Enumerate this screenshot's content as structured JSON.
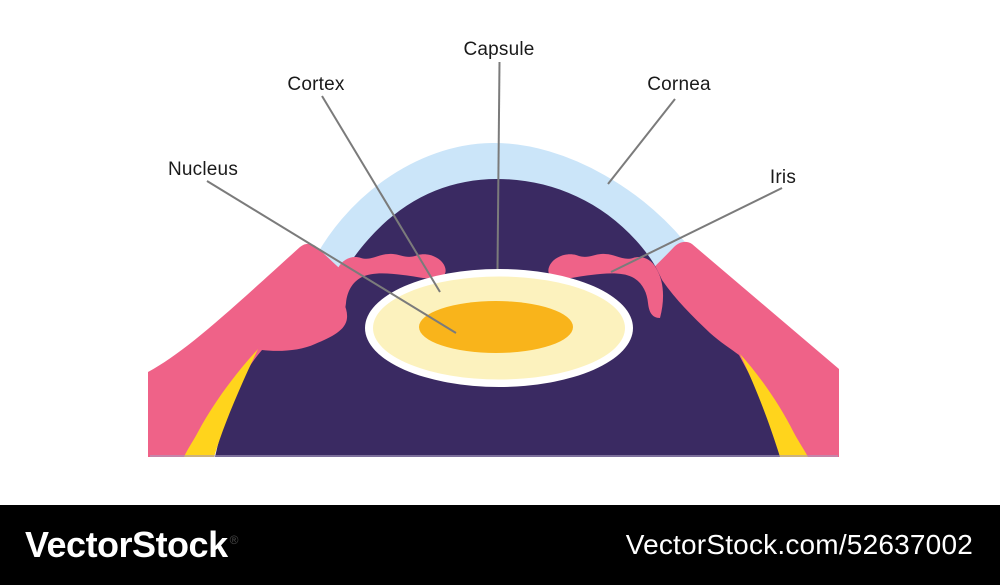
{
  "figure": {
    "labels": {
      "capsule": "Capsule",
      "cortex": "Cortex",
      "cornea": "Cornea",
      "nucleus": "Nucleus",
      "iris": "Iris"
    }
  },
  "watermark": {
    "brand": "VectorStock",
    "registered_mark": "®",
    "image_url": "VectorStock.com/52637002"
  },
  "colors": {
    "background": "#FFFFFF",
    "cornea_blue": "#CBE5F9",
    "eye_purple": "#3A2A62",
    "iris_pink": "#EF6288",
    "band_yellow": "#FFD41C",
    "capsule_white": "#FFFFFF",
    "cortex_cream": "#FCF2BE",
    "nucleus_amber": "#F9B41B",
    "leader_line_gray": "#7B7B7B",
    "base_line_lavender": "#A99DC2",
    "watermark_bar_black": "#000000",
    "watermark_text_white": "#FFFFFF",
    "label_text_black": "#1A1A1A"
  }
}
